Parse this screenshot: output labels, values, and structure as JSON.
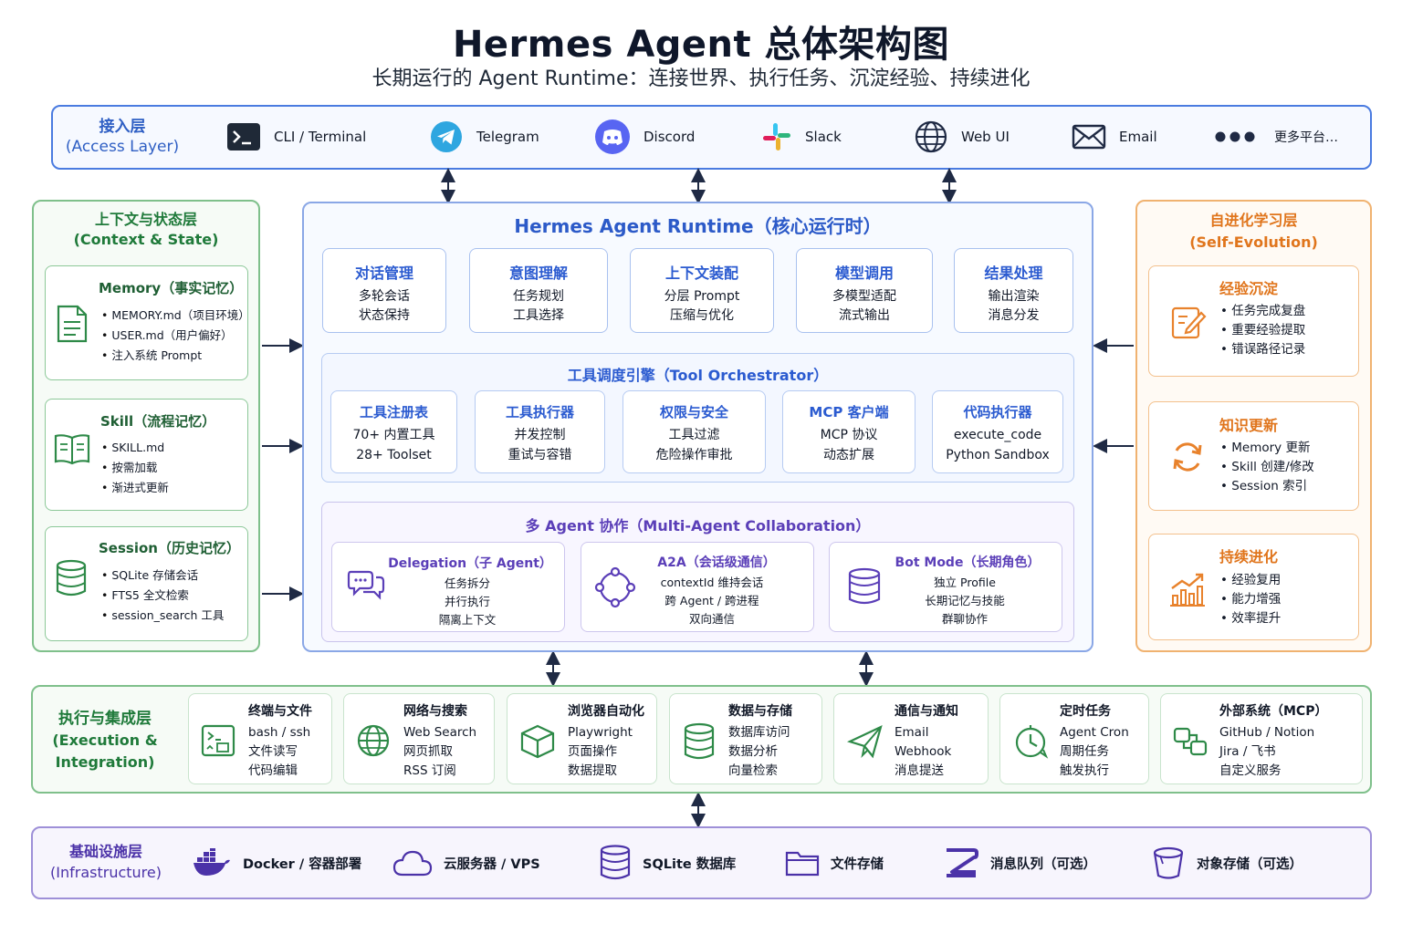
{
  "header": {
    "title": "Hermes Agent 总体架构图",
    "subtitle": "长期运行的 Agent Runtime：连接世界、执行任务、沉淀经验、持续进化"
  },
  "access": {
    "title": "接入层",
    "subtitle": "(Access Layer)",
    "items": [
      {
        "label": "CLI / Terminal",
        "icon": "terminal-icon"
      },
      {
        "label": "Telegram",
        "icon": "telegram-icon"
      },
      {
        "label": "Discord",
        "icon": "discord-icon"
      },
      {
        "label": "Slack",
        "icon": "slack-icon"
      },
      {
        "label": "Web UI",
        "icon": "globe-icon"
      },
      {
        "label": "Email",
        "icon": "mail-icon"
      },
      {
        "label": "更多平台…",
        "icon": "more-dots-icon"
      }
    ]
  },
  "context": {
    "title": "上下文与状态层",
    "subtitle": "(Context & State)",
    "cards": [
      {
        "title": "Memory（事实记忆）",
        "icon": "document-icon",
        "items": [
          "MEMORY.md（项目环境）",
          "USER.md（用户偏好）",
          "注入系统 Prompt"
        ]
      },
      {
        "title": "Skill（流程记忆）",
        "icon": "book-icon",
        "items": [
          "SKILL.md",
          "按需加载",
          "渐进式更新"
        ]
      },
      {
        "title": "Session（历史记忆）",
        "icon": "database-icon",
        "items": [
          "SQLite 存储会话",
          "FTS5 全文检索",
          "session_search 工具"
        ]
      }
    ]
  },
  "runtime": {
    "title": "Hermes  Agent Runtime（核心运行时）",
    "modules": [
      {
        "title": "对话管理",
        "lines": [
          "多轮会话",
          "状态保持"
        ]
      },
      {
        "title": "意图理解",
        "lines": [
          "任务规划",
          "工具选择"
        ]
      },
      {
        "title": "上下文装配",
        "lines": [
          "分层 Prompt",
          "压缩与优化"
        ]
      },
      {
        "title": "模型调用",
        "lines": [
          "多模型适配",
          "流式输出"
        ]
      },
      {
        "title": "结果处理",
        "lines": [
          "输出渲染",
          "消息分发"
        ]
      }
    ],
    "orchestrator": {
      "title": "工具调度引擎（Tool Orchestrator）",
      "tools": [
        {
          "title": "工具注册表",
          "lines": [
            "70+ 内置工具",
            "28+ Toolset"
          ]
        },
        {
          "title": "工具执行器",
          "lines": [
            "并发控制",
            "重试与容错"
          ]
        },
        {
          "title": "权限与安全",
          "lines": [
            "工具过滤",
            "危险操作审批"
          ]
        },
        {
          "title": "MCP 客户端",
          "lines": [
            "MCP 协议",
            "动态扩展"
          ]
        },
        {
          "title": "代码执行器",
          "lines": [
            "execute_code",
            "Python Sandbox"
          ]
        }
      ]
    },
    "multi_agent": {
      "title": "多 Agent 协作（Multi-Agent Collaboration）",
      "agents": [
        {
          "title": "Delegation（子 Agent）",
          "icon": "chat-bubbles-icon",
          "lines": [
            "任务拆分",
            "并行执行",
            "隔离上下文"
          ]
        },
        {
          "title": "A2A（会话级通信）",
          "icon": "network-ring-icon",
          "lines": [
            "contextId 维持会话",
            "跨 Agent / 跨进程",
            "双向通信"
          ]
        },
        {
          "title": "Bot Mode（长期角色）",
          "icon": "database-icon",
          "lines": [
            "独立 Profile",
            "长期记忆与技能",
            "群聊协作"
          ]
        }
      ]
    }
  },
  "evolution": {
    "title": "自进化学习层",
    "subtitle": "(Self-Evolution)",
    "cards": [
      {
        "title": "经验沉淀",
        "icon": "edit-note-icon",
        "items": [
          "任务完成复盘",
          "重要经验提取",
          "错误路径记录"
        ]
      },
      {
        "title": "知识更新",
        "icon": "refresh-icon",
        "items": [
          "Memory 更新",
          "Skill 创建/修改",
          "Session 索引"
        ]
      },
      {
        "title": "持续进化",
        "icon": "growth-chart-icon",
        "items": [
          "经验复用",
          "能力增强",
          "效率提升"
        ]
      }
    ]
  },
  "execution": {
    "title_lines": [
      "执行与集成层",
      "(Execution &",
      "Integration)"
    ],
    "items": [
      {
        "title": "终端与文件",
        "icon": "terminal-file-icon",
        "lines": [
          "bash / ssh",
          "文件读写",
          "代码编辑"
        ]
      },
      {
        "title": "网络与搜索",
        "icon": "globe-icon",
        "lines": [
          "Web Search",
          "网页抓取",
          "RSS 订阅"
        ]
      },
      {
        "title": "浏览器自动化",
        "icon": "cube-icon",
        "lines": [
          "Playwright",
          "页面操作",
          "数据提取"
        ]
      },
      {
        "title": "数据与存储",
        "icon": "database-icon",
        "lines": [
          "数据库访问",
          "数据分析",
          "向量检索"
        ]
      },
      {
        "title": "通信与通知",
        "icon": "send-icon",
        "lines": [
          "Email",
          "Webhook",
          "消息提送"
        ]
      },
      {
        "title": "定时任务",
        "icon": "clock-icon",
        "lines": [
          "Agent Cron",
          "周期任务",
          "触发执行"
        ]
      },
      {
        "title": "外部系统（MCP）",
        "icon": "link-icon",
        "lines": [
          "GitHub / Notion",
          "Jira / 飞书",
          "自定义服务"
        ]
      }
    ]
  },
  "infrastructure": {
    "title": "基础设施层",
    "subtitle": "(Infrastructure)",
    "items": [
      {
        "label": "Docker / 容器部署",
        "icon": "docker-icon"
      },
      {
        "label": "云服务器 / VPS",
        "icon": "cloud-icon"
      },
      {
        "label": "SQLite 数据库",
        "icon": "database-icon"
      },
      {
        "label": "文件存储",
        "icon": "folder-icon"
      },
      {
        "label": "消息队列（可选）",
        "icon": "queue-icon"
      },
      {
        "label": "对象存储（可选）",
        "icon": "bucket-icon"
      }
    ]
  },
  "colors": {
    "blue": "#2b5bd0",
    "green": "#1f7a3a",
    "orange": "#e0751c",
    "purple": "#5b3fb8"
  }
}
